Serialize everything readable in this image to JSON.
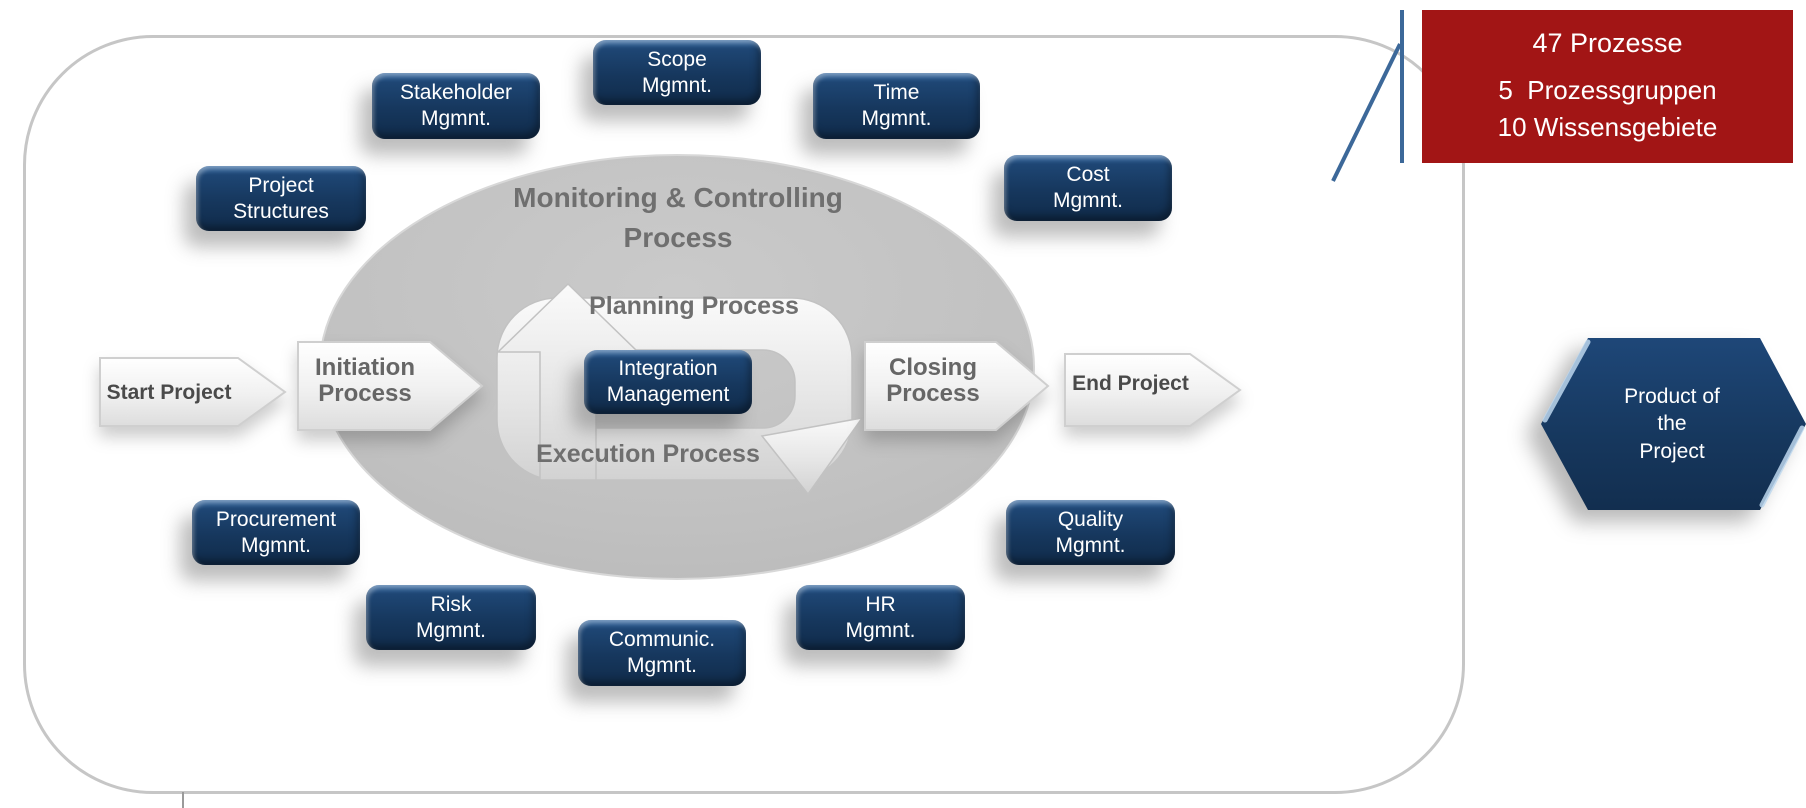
{
  "badge": {
    "line1": "47 Prozesse",
    "line2": "5  Prozessgruppen",
    "line3": "10 Wissensgebiete"
  },
  "ellipse": {
    "title_line1": "Monitoring & Controlling",
    "title_line2": "Process",
    "planning": "Planning Process",
    "execution": "Execution Process"
  },
  "flow": {
    "start": "Start Project",
    "initiation_line1": "Initiation",
    "initiation_line2": "Process",
    "closing_line1": "Closing",
    "closing_line2": "Process",
    "end": "End Project"
  },
  "integration": {
    "line1": "Integration",
    "line2": "Management"
  },
  "areas": [
    {
      "id": "project-structures",
      "line1": "Project",
      "line2": "Structures"
    },
    {
      "id": "stakeholder",
      "line1": "Stakeholder",
      "line2": "Mgmnt."
    },
    {
      "id": "scope",
      "line1": "Scope",
      "line2": "Mgmnt."
    },
    {
      "id": "time",
      "line1": "Time",
      "line2": "Mgmnt."
    },
    {
      "id": "cost",
      "line1": "Cost",
      "line2": "Mgmnt."
    },
    {
      "id": "procurement",
      "line1": "Procurement",
      "line2": "Mgmnt."
    },
    {
      "id": "risk",
      "line1": "Risk",
      "line2": "Mgmnt."
    },
    {
      "id": "communication",
      "line1": "Communic.",
      "line2": "Mgmnt."
    },
    {
      "id": "hr",
      "line1": "HR",
      "line2": "Mgmnt."
    },
    {
      "id": "quality",
      "line1": "Quality",
      "line2": "Mgmnt."
    }
  ],
  "product": {
    "line1": "Product of",
    "line2": "the",
    "line3": "Project"
  },
  "colors": {
    "box_navy": "#16375D",
    "badge_red": "#A21515",
    "callout_blue": "#3C6899",
    "ellipse_gray": "#C3C3C3",
    "frame_gray": "#C6C6C6"
  }
}
